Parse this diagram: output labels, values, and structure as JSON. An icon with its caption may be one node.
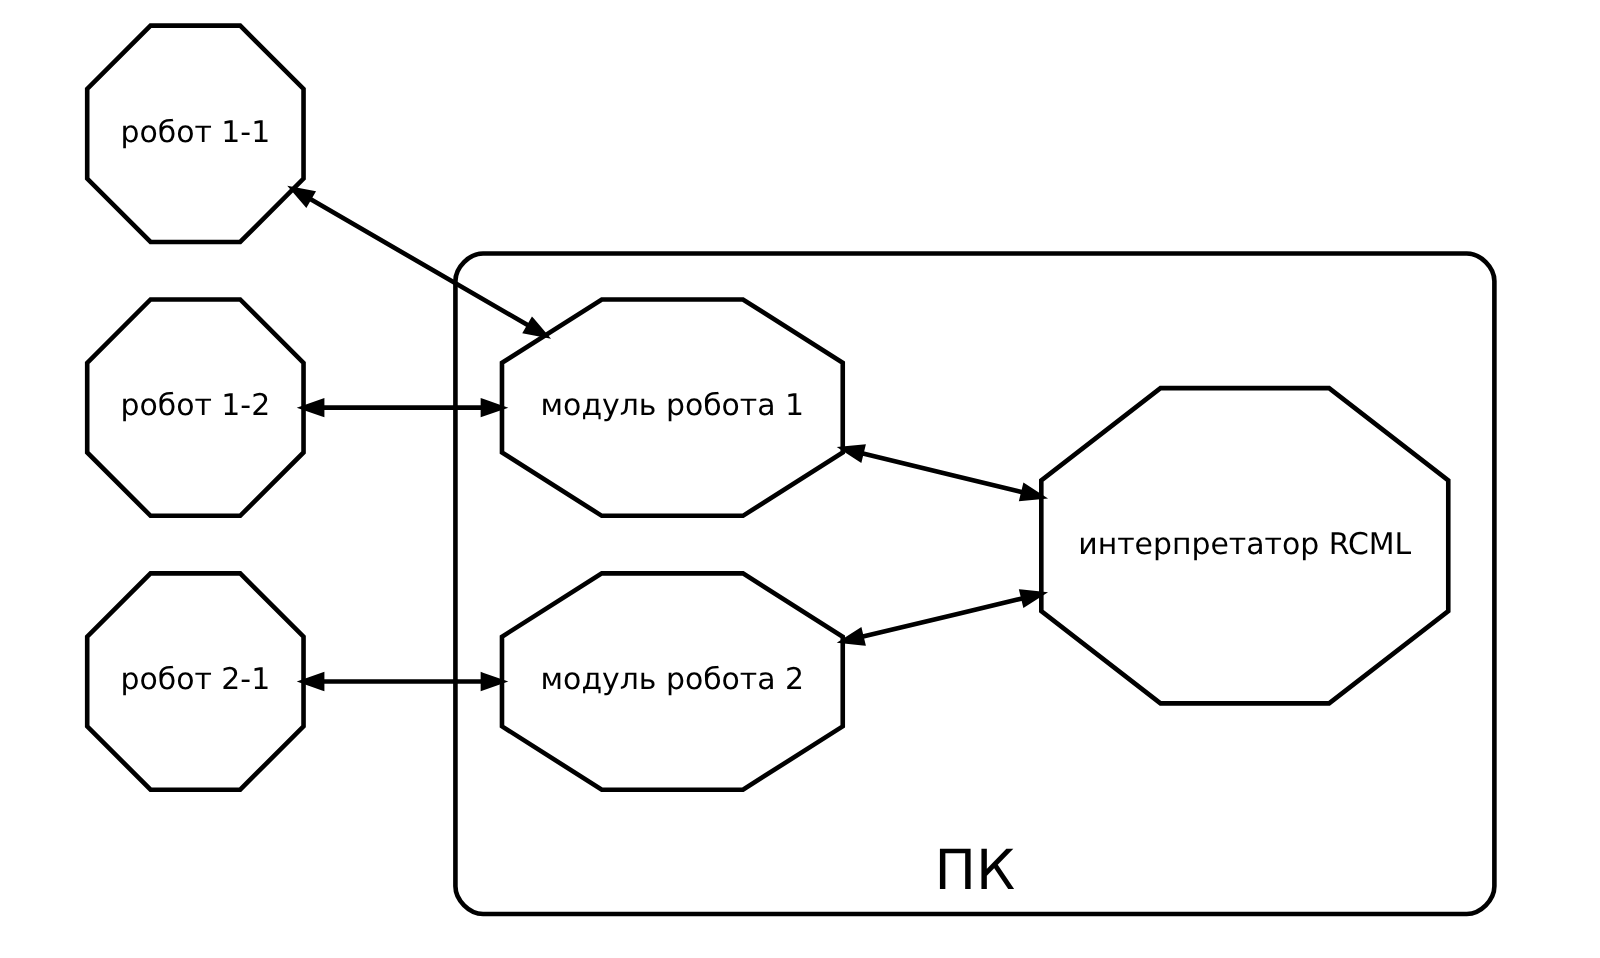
{
  "diagram": {
    "nodes": [
      {
        "text": [
          "робот 1-1"
        ]
      },
      {
        "text": [
          "робот 1-2"
        ]
      },
      {
        "text": [
          "робот 2-1"
        ]
      },
      {
        "text": [
          "ПК"
        ]
      },
      {
        "text": [
          "модуль робота 1"
        ],
        "in": 3
      },
      {
        "text": [
          "модуль робота 2"
        ],
        "in": 3
      },
      {
        "text": [
          "интерпретатор RCML"
        ],
        "in": 3
      }
    ],
    "edges": [
      {
        "from": 4,
        "to": 0,
        "arrow": "both"
      },
      {
        "from": 4,
        "to": 1,
        "arrow": "both"
      },
      {
        "from": 5,
        "to": 2,
        "arrow": "both"
      },
      {
        "from": 4,
        "to": 6,
        "arrow": "both"
      },
      {
        "from": 5,
        "to": 6,
        "arrow": "both"
      }
    ]
  }
}
